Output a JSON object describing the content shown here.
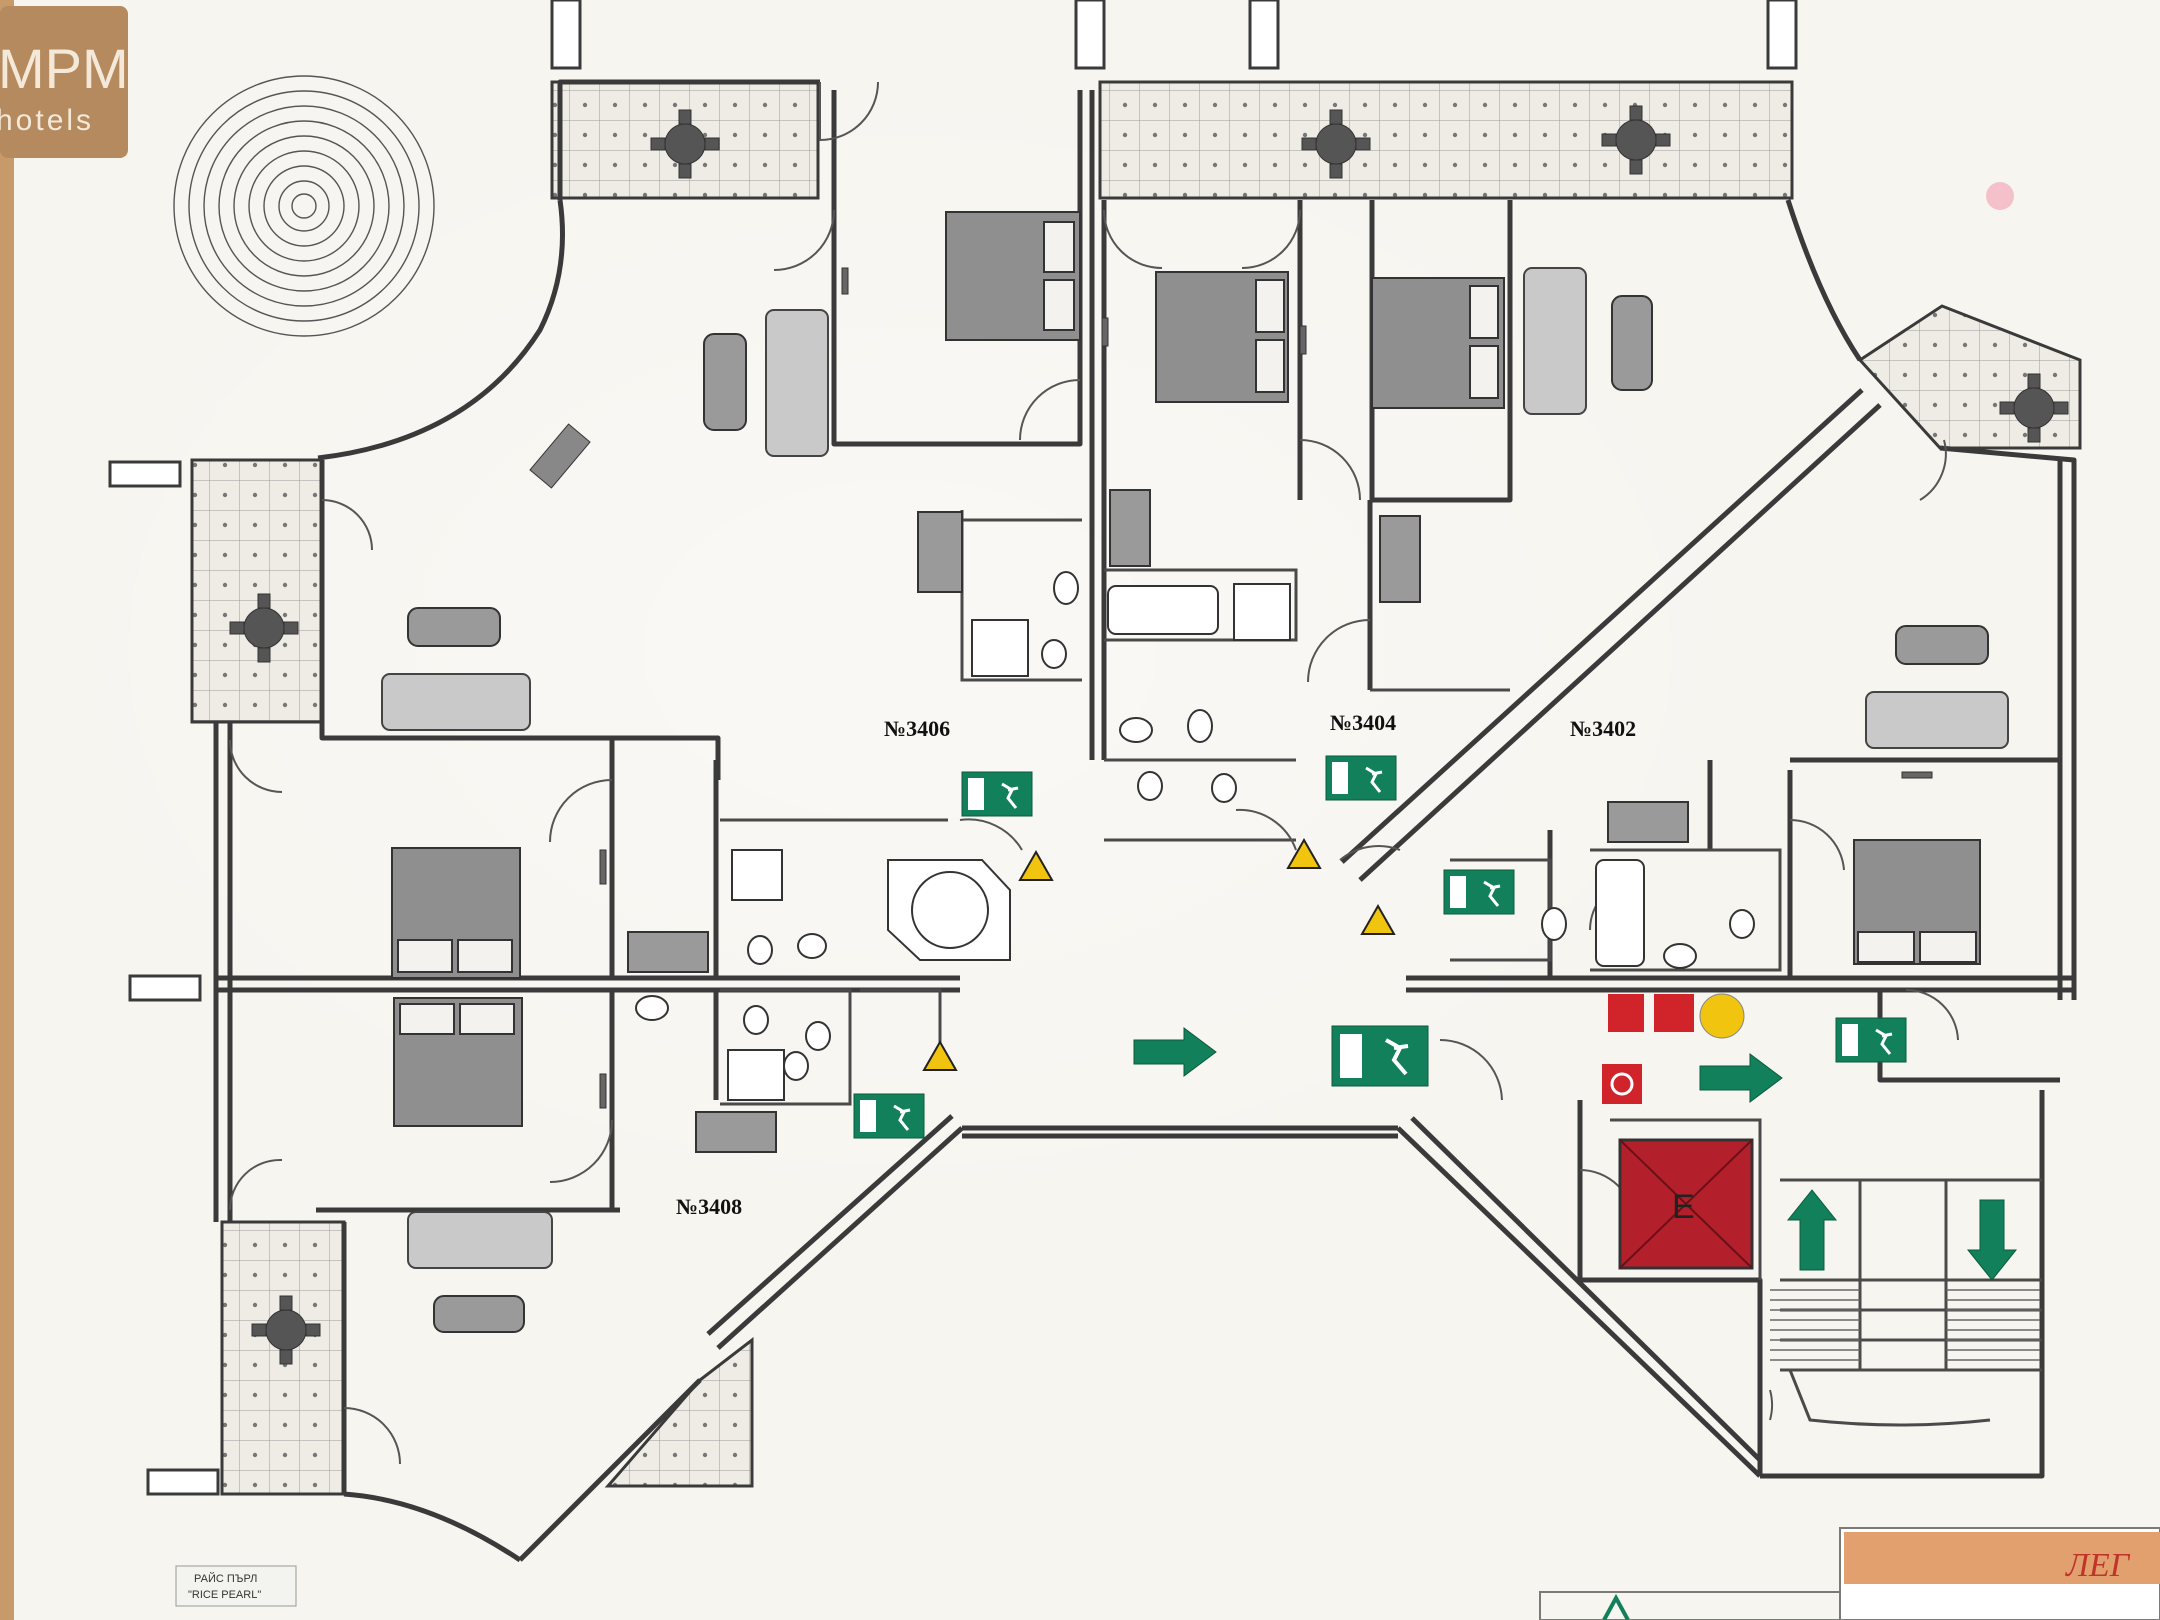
{
  "logo": {
    "line1": "MPM",
    "line2": "hotels"
  },
  "rooms": [
    {
      "id": "room-3406",
      "number": "№3406"
    },
    {
      "id": "room-3404",
      "number": "№3404"
    },
    {
      "id": "room-3402",
      "number": "№3402"
    },
    {
      "id": "room-3408",
      "number": "№3408"
    }
  ],
  "elevator": {
    "label": "E"
  },
  "building_tag": {
    "line1": "РАЙС ПЪРЛ",
    "line2": "\"RICE PEARL\""
  },
  "legend": {
    "title": "ЛЕГ"
  },
  "colors": {
    "wall": "#3a3a3a",
    "floor": "#f6f4ef",
    "furniture": "#8f8f8f",
    "exit_green": "#12805a",
    "warning_yellow": "#f1c40f",
    "fire_red": "#d1232a",
    "elevator_red": "#b3202c",
    "logo_brown": "#b58a5e",
    "legend_orange": "#e3a06f"
  }
}
